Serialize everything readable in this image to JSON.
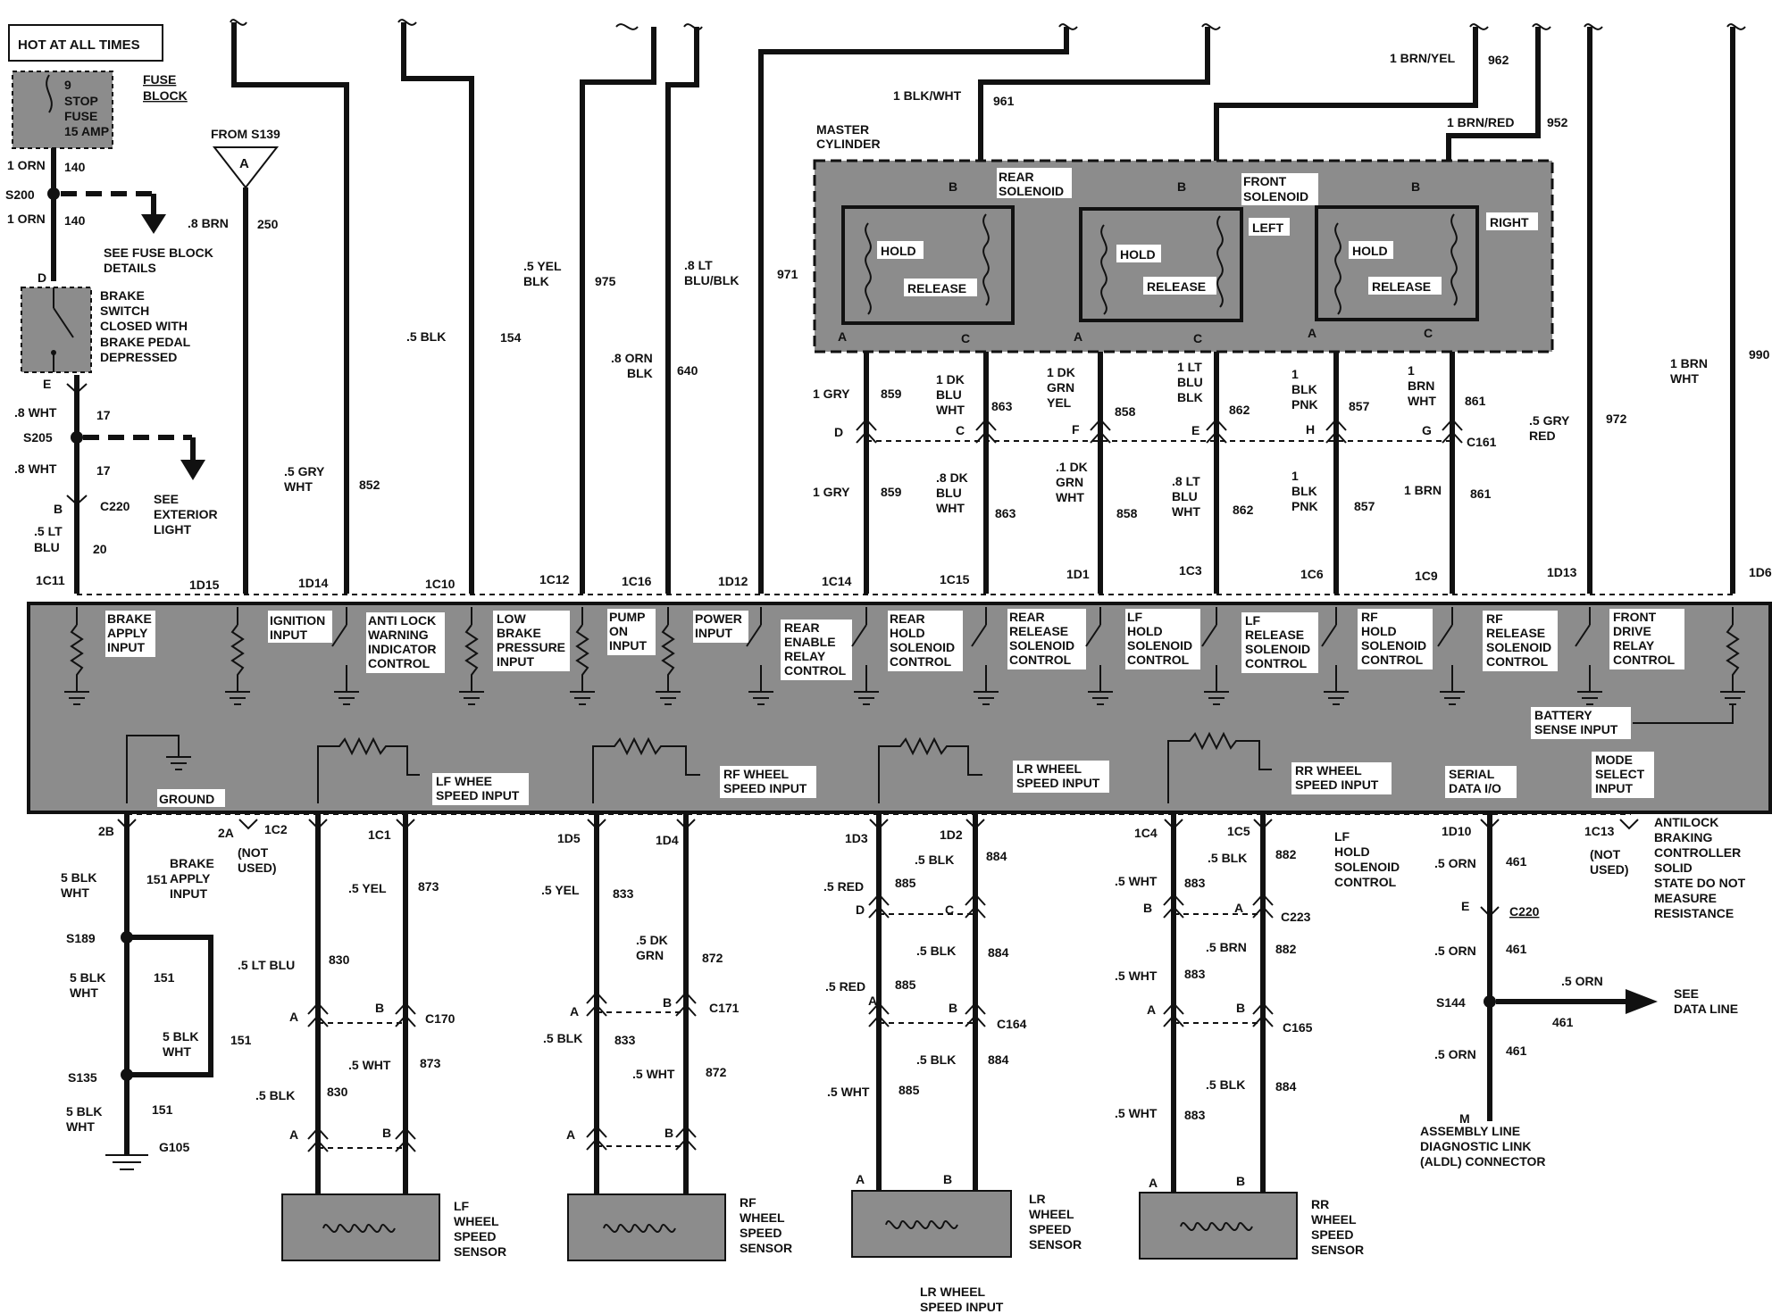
{
  "header": {
    "hot_at_all_times": "HOT AT ALL TIMES"
  },
  "fuse": {
    "block_label": [
      "FUSE",
      "BLOCK"
    ],
    "text": [
      "9",
      "STOP",
      "FUSE",
      "15 AMP"
    ],
    "wires": [
      {
        "color": "1 ORN",
        "circuit": "140"
      },
      {
        "color": "1 ORN",
        "circuit": "140"
      }
    ],
    "splice": "S200",
    "note": [
      "SEE FUSE BLOCK",
      "DETAILS"
    ]
  },
  "brake_switch": {
    "text": [
      "BRAKE",
      "SWITCH",
      "CLOSED WITH",
      "BRAKE PEDAL",
      "DEPRESSED"
    ],
    "pins": [
      "D",
      "E"
    ],
    "wire_out": {
      "color": ".8 WHT",
      "circuit": "17"
    },
    "splice": "S205",
    "wire_out2": {
      "color": ".8 WHT",
      "circuit": "17"
    },
    "connector": "C220",
    "pin_b": "B",
    "wire_to_ecu": {
      "color_a": ".5 LT",
      "color_b": "BLU",
      "circuit": "20"
    },
    "note": [
      "SEE",
      "EXTERIOR",
      "LIGHT"
    ]
  },
  "from_s139": {
    "label": "FROM S139",
    "symbol": "A",
    "color": ".8 BRN",
    "circuit": "250"
  },
  "top_wires": [
    {
      "color": [
        ".5 GRY",
        "WHT"
      ],
      "circuit": "852"
    },
    {
      "color": [
        ".5 BLK"
      ],
      "circuit": "154"
    },
    {
      "color": [
        ".5 YEL",
        "BLK"
      ],
      "circuit": "975"
    },
    {
      "color": [
        ".8 ORN",
        "BLK"
      ],
      "circuit": "640"
    },
    {
      "color": [
        ".8 LT",
        "BLU/BLK"
      ],
      "circuit": "971"
    },
    {
      "color": [
        "1 BLK/WHT"
      ],
      "circuit": "961"
    },
    {
      "color": [
        "1 BRN/YEL"
      ],
      "circuit": "962"
    },
    {
      "color": [
        "1 BRN/RED"
      ],
      "circuit": "952"
    },
    {
      "color": [
        ".5 GRY",
        "RED"
      ],
      "circuit": "972"
    },
    {
      "color": [
        "1 BRN",
        "WHT"
      ],
      "circuit": "990"
    }
  ],
  "master_cylinder": {
    "title": [
      "MASTER",
      "CYLINDER"
    ],
    "rear": [
      "REAR",
      "SOLENOID"
    ],
    "front": [
      "FRONT",
      "SOLENOID"
    ],
    "left": "LEFT",
    "right": "RIGHT",
    "hold": "HOLD",
    "release": "RELEASE",
    "pin_a": "A",
    "pin_b": "B",
    "pin_c": "C"
  },
  "valve_wires_upper": [
    {
      "color": [
        "1 GRY"
      ],
      "circuit": "859"
    },
    {
      "color": [
        "1 DK",
        "BLU",
        "WHT"
      ],
      "circuit": "863"
    },
    {
      "color": [
        "1 DK",
        "GRN",
        "YEL"
      ],
      "circuit": "858"
    },
    {
      "color": [
        "1 LT",
        "BLU",
        "BLK"
      ],
      "circuit": "862"
    },
    {
      "color": [
        "1",
        "BLK",
        "PNK"
      ],
      "circuit": "857"
    },
    {
      "color": [
        "1",
        "BRN",
        "WHT"
      ],
      "circuit": "861"
    }
  ],
  "valve_wires_lower": [
    {
      "color": [
        "1 GRY"
      ],
      "circuit": "859"
    },
    {
      "color": [
        ".8 DK",
        "BLU",
        "WHT"
      ],
      "circuit": "863"
    },
    {
      "color": [
        ".1 DK",
        "GRN",
        "WHT"
      ],
      "circuit": "858"
    },
    {
      "color": [
        ".8 LT",
        "BLU",
        "WHT"
      ],
      "circuit": "862"
    },
    {
      "color": [
        "1",
        "BLK",
        "PNK"
      ],
      "circuit": "857"
    },
    {
      "color": [
        "1 BRN"
      ],
      "circuit": "861"
    }
  ],
  "c161": {
    "name": "C161",
    "pins": [
      "D",
      "C",
      "F",
      "E",
      "H",
      "G"
    ]
  },
  "ecu_pins_top": [
    "1C11",
    "1D15",
    "1D14",
    "1C10",
    "1C12",
    "1C16",
    "1D12",
    "1C14",
    "1C15",
    "1D1",
    "1C3",
    "1C6",
    "1C9",
    "1D13",
    "1D6"
  ],
  "ecu_inputs": [
    [
      "BRAKE",
      "APPLY",
      "INPUT"
    ],
    [
      "IGNITION",
      "INPUT"
    ],
    [
      "ANTI LOCK",
      "WARNING",
      "INDICATOR",
      "CONTROL"
    ],
    [
      "LOW",
      "BRAKE",
      "PRESSURE",
      "INPUT"
    ],
    [
      "PUMP",
      "ON",
      "INPUT"
    ],
    [
      "POWER",
      "INPUT"
    ],
    [
      "REAR",
      "ENABLE",
      "RELAY",
      "CONTROL"
    ],
    [
      "REAR",
      "HOLD",
      "SOLENOID",
      "CONTROL"
    ],
    [
      "REAR",
      "RELEASE",
      "SOLENOID",
      "CONTROL"
    ],
    [
      "LF",
      "HOLD",
      "SOLENOID",
      "CONTROL"
    ],
    [
      "LF",
      "RELEASE",
      "SOLENOID",
      "CONTROL"
    ],
    [
      "RF",
      "HOLD",
      "SOLENOID",
      "CONTROL"
    ],
    [
      "RF",
      "RELEASE",
      "SOLENOID",
      "CONTROL"
    ],
    [
      "FRONT",
      "DRIVE",
      "RELAY",
      "CONTROL"
    ]
  ],
  "ecu_lower": {
    "ground": "GROUND",
    "lf": [
      "LF WHEE",
      "SPEED INPUT"
    ],
    "rf": [
      "RF WHEEL",
      "SPEED INPUT"
    ],
    "lr": [
      "LR WHEEL",
      "SPEED INPUT"
    ],
    "rr": [
      "RR WHEEL",
      "SPEED INPUT"
    ],
    "serial": [
      "SERIAL",
      "DATA I/O"
    ],
    "battery": [
      "BATTERY",
      "SENSE INPUT"
    ],
    "mode": [
      "MODE",
      "SELECT",
      "INPUT"
    ]
  },
  "ecu_pins_bottom": [
    "2B",
    "2A",
    "1C2",
    "1C1",
    "1D5",
    "1D4",
    "1D3",
    "1D2",
    "1C4",
    "1C5",
    "1D10",
    "1C13"
  ],
  "ground_circuit": {
    "wire1": [
      "5 BLK",
      "WHT"
    ],
    "brake_apply": [
      "BRAKE",
      "APPLY",
      "INPUT"
    ],
    "circuit": "151",
    "not_used": [
      "(NOT",
      "USED)"
    ],
    "s189": "S189",
    "wire2": [
      "5 BLK",
      "WHT"
    ],
    "wire3": [
      "5 BLK",
      "WHT"
    ],
    "s135": "S135",
    "wire4": [
      "5 BLK",
      "WHT"
    ],
    "g105": "G105"
  },
  "lf_sensor": {
    "wires_top": [
      {
        "color": ".5 YEL",
        "circuit": "873"
      },
      {
        "color": ".5 LT BLU",
        "circuit": "830"
      }
    ],
    "connector": "C170",
    "wires_bottom": [
      {
        "color": ".5 WHT",
        "circuit": "873"
      },
      {
        "color": ".5 BLK",
        "circuit": "830"
      }
    ],
    "label": [
      "LF",
      "WHEEL",
      "SPEED",
      "SENSOR"
    ]
  },
  "rf_sensor": {
    "wires_top": [
      {
        "color": ".5 YEL",
        "circuit": "833"
      },
      {
        "color": [
          ".5 DK",
          "GRN"
        ],
        "circuit": "872"
      }
    ],
    "connector": "C171",
    "wires_bottom": [
      {
        "color": ".5 BLK",
        "circuit": "833"
      },
      {
        "color": ".5 WHT",
        "circuit": "872"
      }
    ],
    "label": [
      "RF",
      "WHEEL",
      "SPEED",
      "SENSOR"
    ]
  },
  "lr_sensor": {
    "wires_top": [
      {
        "color": ".5 RED",
        "circuit": "885"
      },
      {
        "color": ".5 BLK",
        "circuit": "884"
      }
    ],
    "c223_pins": [
      "D",
      "C"
    ],
    "wires_mid": [
      {
        "color": ".5 RED",
        "circuit": "885"
      },
      {
        "color": ".5 BLK",
        "circuit": "884"
      }
    ],
    "connector": "C164",
    "wires_bottom": [
      {
        "color": ".5 WHT",
        "circuit": "885"
      },
      {
        "color": ".5 BLK",
        "circuit": "884"
      }
    ],
    "label": [
      "LR",
      "WHEEL",
      "SPEED",
      "SENSOR"
    ],
    "footer": [
      "LR WHEEL",
      "SPEED INPUT"
    ]
  },
  "rr_sensor": {
    "wires_top": [
      {
        "color": ".5 WHT",
        "circuit": "883"
      },
      {
        "color": ".5 BLK",
        "circuit": "882"
      }
    ],
    "c223_pins": [
      "B",
      "A"
    ],
    "c223": "C223",
    "wires_mid": [
      {
        "color": ".5 WHT",
        "circuit": "883"
      },
      {
        "color": ".5 BRN",
        "circuit": "882"
      }
    ],
    "connector": "C165",
    "wires_bottom": [
      {
        "color": ".5 WHT",
        "circuit": "883"
      },
      {
        "color": ".5 BLK",
        "circuit": "884"
      }
    ],
    "label": [
      "RR",
      "WHEEL",
      "SPEED",
      "SENSOR"
    ]
  },
  "lf_hold_note": [
    "LF",
    "HOLD",
    "SOLENOID",
    "CONTROL"
  ],
  "data_line": {
    "wire1": {
      "color": ".5 ORN",
      "circuit": "461"
    },
    "pin_e": "E",
    "c220": "C220",
    "wire2": {
      "color": ".5 ORN",
      "circuit": "461"
    },
    "s144": "S144",
    "branch": {
      "color": ".5 ORN",
      "circuit": "461"
    },
    "see": [
      "SEE",
      "DATA LINE"
    ],
    "wire3": {
      "color": ".5 ORN",
      "circuit": "461"
    },
    "pin_m": "M",
    "aldl": [
      "ASSEMBLY LINE",
      "DIAGNOSTIC LINK",
      "(ALDL) CONNECTOR"
    ]
  },
  "not_used_2": [
    "(NOT",
    "USED)"
  ],
  "controller_note": [
    "ANTILOCK",
    "BRAKING",
    "CONTROLLER",
    "SOLID",
    "STATE DO NOT",
    "MEASURE",
    "RESISTANCE"
  ]
}
